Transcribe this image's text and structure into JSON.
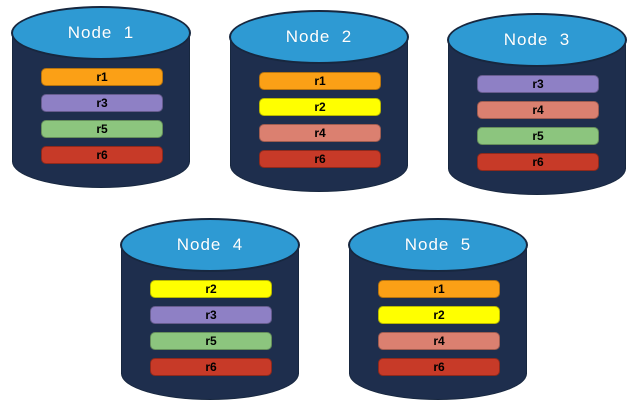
{
  "diagram": {
    "title": "database-nodes-replica-placement",
    "background_color": "#FFFFFF",
    "cylinder": {
      "body_color": "#1E2E4D",
      "top_color": "#2E9AD3",
      "outline_color": "#17273F",
      "label_color": "#FFFFFF"
    },
    "replica_colors": {
      "r1": "#FBA016",
      "r2": "#FFFF00",
      "r3": "#8E80C5",
      "r4": "#DB8070",
      "r5": "#8CC57E",
      "r6": "#C73A28"
    },
    "nodes": [
      {
        "id": "node-1",
        "label": "Node  1",
        "replicas": [
          "r1",
          "r3",
          "r5",
          "r6"
        ]
      },
      {
        "id": "node-2",
        "label": "Node  2",
        "replicas": [
          "r1",
          "r2",
          "r4",
          "r6"
        ]
      },
      {
        "id": "node-3",
        "label": "Node  3",
        "replicas": [
          "r3",
          "r4",
          "r5",
          "r6"
        ]
      },
      {
        "id": "node-4",
        "label": "Node  4",
        "replicas": [
          "r2",
          "r3",
          "r5",
          "r6"
        ]
      },
      {
        "id": "node-5",
        "label": "Node  5",
        "replicas": [
          "r1",
          "r2",
          "r4",
          "r6"
        ]
      }
    ]
  }
}
